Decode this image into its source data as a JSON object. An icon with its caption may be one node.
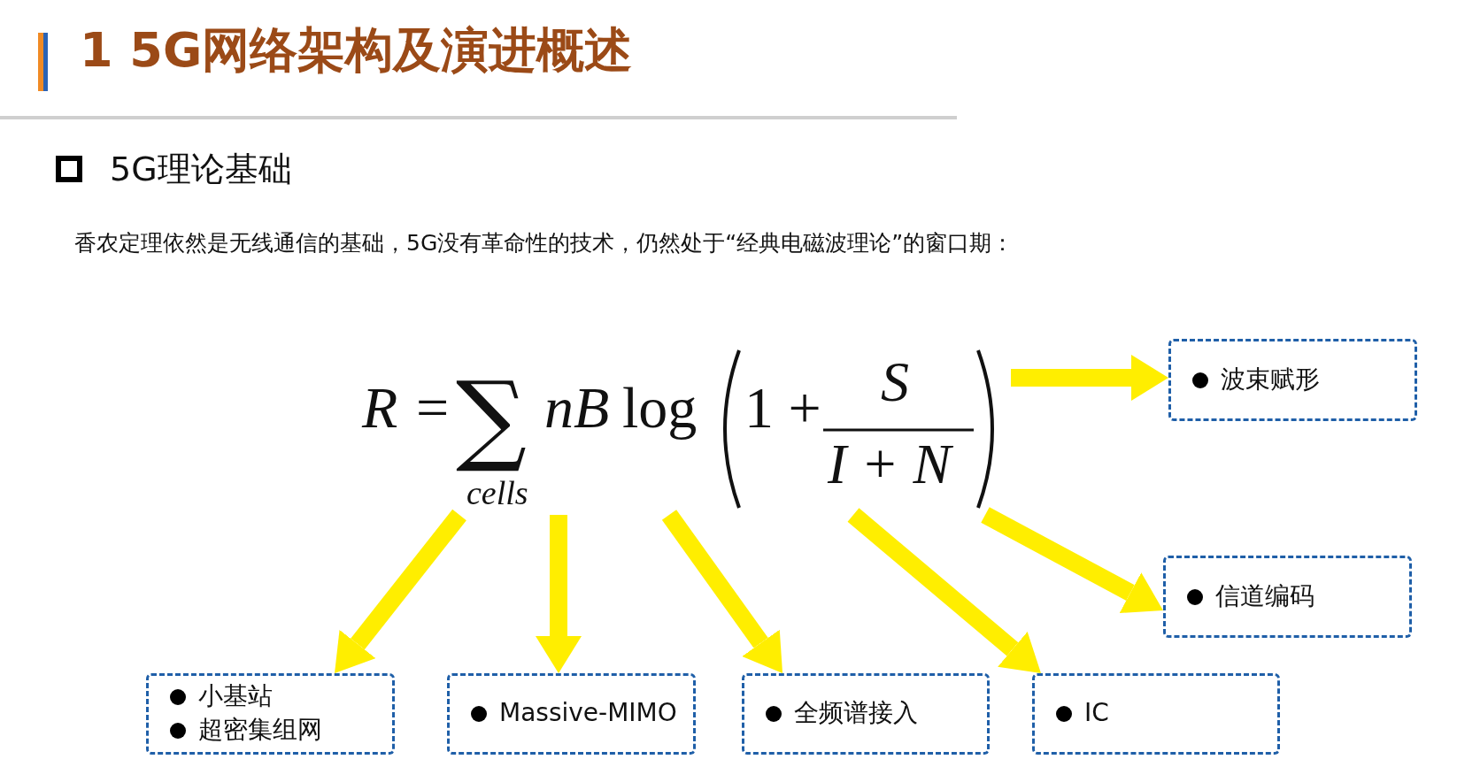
{
  "diagram": {
    "title": "1 5G网络架构及演进概述",
    "nodes": [
      {
        "text": [
          "R =",
          "∑",
          "cells",
          "nB",
          "log",
          "1 +",
          "S",
          "I + N"
        ]
      },
      {
        "text": [
          "波束赋形"
        ]
      },
      {
        "text": [
          "信道编码"
        ]
      },
      {
        "text": [
          "小基站",
          "超密集组网"
        ]
      },
      {
        "text": [
          "Massive-MIMO"
        ]
      },
      {
        "text": [
          "全频谱接入"
        ]
      },
      {
        "text": [
          "IC"
        ]
      }
    ],
    "edges": [
      {
        "from": 0,
        "to": 1,
        "arrow": "to"
      },
      {
        "from": 0,
        "to": 2,
        "arrow": "to"
      },
      {
        "from": 0,
        "to": 3,
        "arrow": "to"
      },
      {
        "from": 0,
        "to": 4,
        "arrow": "to"
      },
      {
        "from": 0,
        "to": 5,
        "arrow": "to"
      },
      {
        "from": 0,
        "to": 6,
        "arrow": "to"
      }
    ],
    "labels": [
      "5G理论基础",
      "香农定理依然是无线通信的基础，5G没有革命性的技术，仍然处于“经典电磁波理论”的窗口期："
    ]
  }
}
